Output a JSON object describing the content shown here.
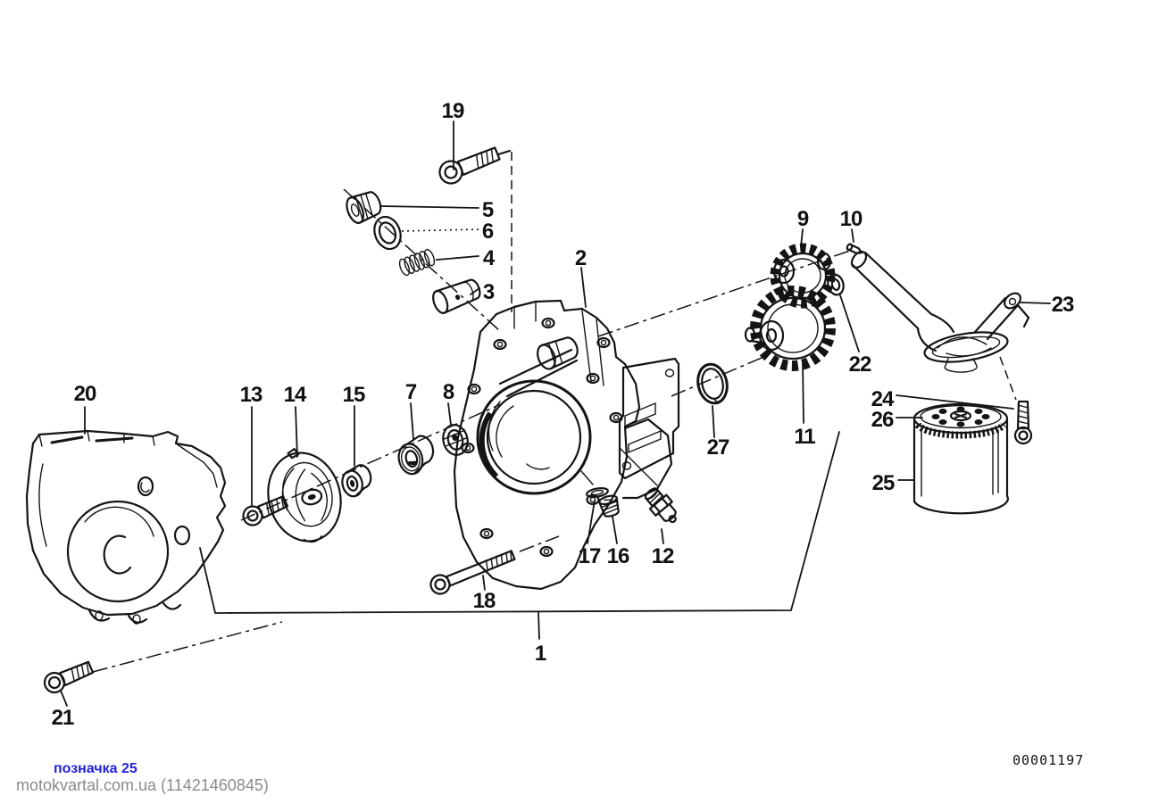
{
  "doc_number": "00001197",
  "footer": {
    "link_text": "позначка 25",
    "source_text": "motokvartal.com.ua (11421460845)"
  },
  "colors": {
    "ink": "#141414",
    "link_blue": "#2222dd",
    "watermark_gray": "#8a8a8a",
    "background": "#ffffff"
  },
  "callouts": [
    {
      "num": "1"
    },
    {
      "num": "2"
    },
    {
      "num": "3"
    },
    {
      "num": "4"
    },
    {
      "num": "5"
    },
    {
      "num": "6"
    },
    {
      "num": "7"
    },
    {
      "num": "8"
    },
    {
      "num": "9"
    },
    {
      "num": "10"
    },
    {
      "num": "11"
    },
    {
      "num": "12"
    },
    {
      "num": "13"
    },
    {
      "num": "14"
    },
    {
      "num": "15"
    },
    {
      "num": "16"
    },
    {
      "num": "17"
    },
    {
      "num": "18"
    },
    {
      "num": "19"
    },
    {
      "num": "20"
    },
    {
      "num": "21"
    },
    {
      "num": "22"
    },
    {
      "num": "23"
    },
    {
      "num": "24"
    },
    {
      "num": "25"
    },
    {
      "num": "26"
    },
    {
      "num": "27"
    }
  ]
}
